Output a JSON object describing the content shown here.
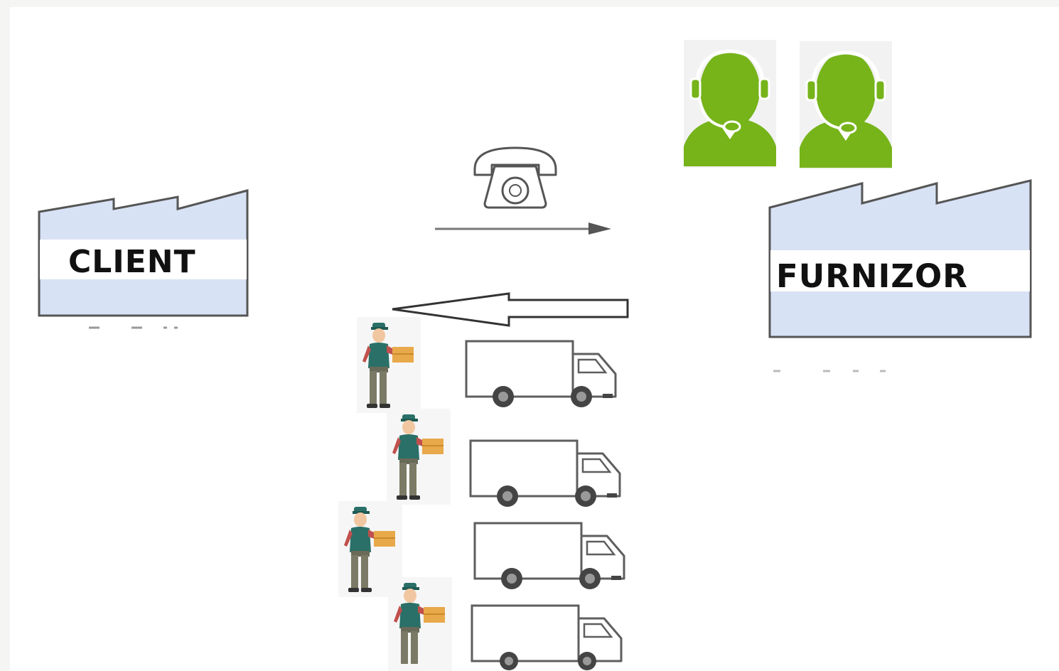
{
  "diagram": {
    "client": {
      "label": "CLIENT"
    },
    "supplier": {
      "label": "FURNIZOR"
    },
    "order_channel": {
      "icon": "telephone-icon"
    },
    "support_agents": {
      "icon": "headset-operator-icon",
      "count": 2
    },
    "deliveries": {
      "courier_icon": "delivery-courier-icon",
      "truck_icon": "delivery-truck-icon",
      "count": 4
    }
  },
  "colors": {
    "factory_fill": "#d8e2f5",
    "factory_band": "#ffffff",
    "factory_stroke": "#555555",
    "agent_green": "#76b41a",
    "truck_stroke": "#5e5e5e",
    "courier_shirt": "#2a7068",
    "courier_box": "#e8a94a"
  }
}
